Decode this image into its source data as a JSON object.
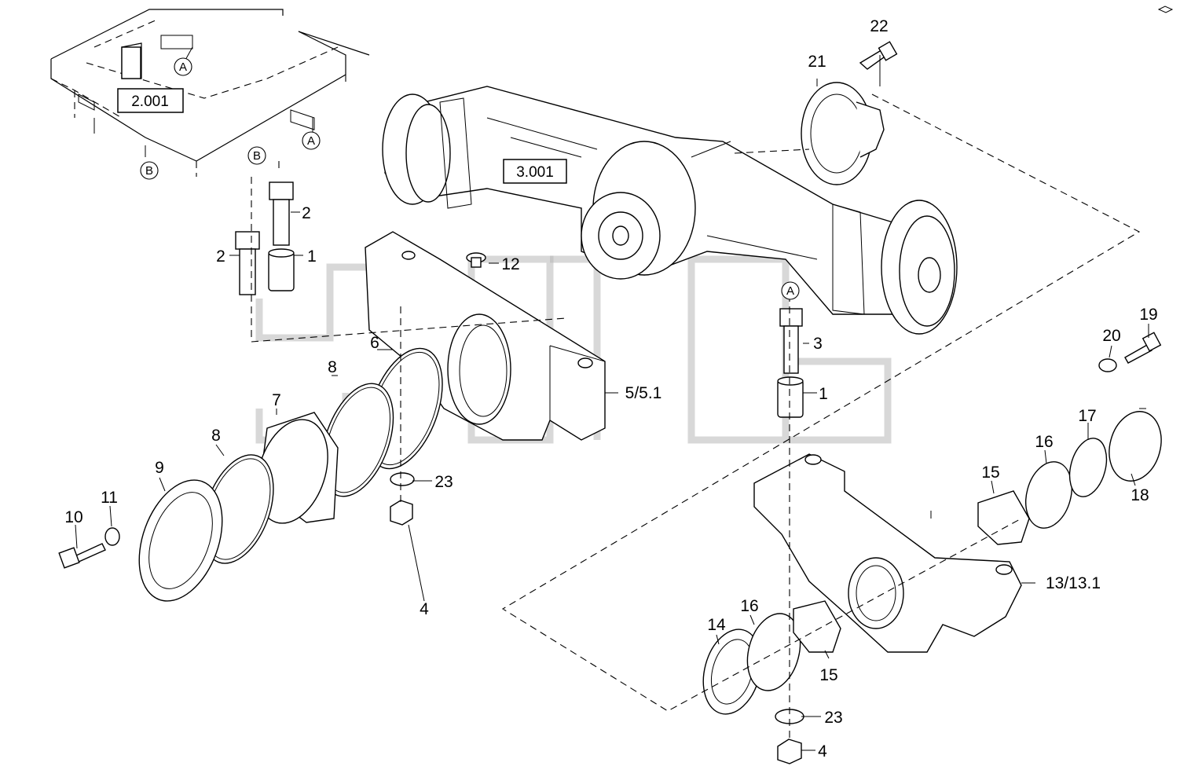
{
  "references": [
    {
      "id": "ref-2001",
      "label": "2.001"
    },
    {
      "id": "ref-3001",
      "label": "3.001"
    }
  ],
  "circle_markers": [
    {
      "id": "a1",
      "label": "A"
    },
    {
      "id": "a2",
      "label": "A"
    },
    {
      "id": "a3",
      "label": "A"
    },
    {
      "id": "b1",
      "label": "B"
    },
    {
      "id": "b2",
      "label": "B"
    }
  ],
  "callouts": [
    {
      "id": "c22",
      "label": "22"
    },
    {
      "id": "c21",
      "label": "21"
    },
    {
      "id": "c2a",
      "label": "2"
    },
    {
      "id": "c2b",
      "label": "2"
    },
    {
      "id": "c1a",
      "label": "1"
    },
    {
      "id": "c12",
      "label": "12"
    },
    {
      "id": "c6",
      "label": "6"
    },
    {
      "id": "c8a",
      "label": "8"
    },
    {
      "id": "c7",
      "label": "7"
    },
    {
      "id": "c8b",
      "label": "8"
    },
    {
      "id": "c9",
      "label": "9"
    },
    {
      "id": "c11",
      "label": "11"
    },
    {
      "id": "c10",
      "label": "10"
    },
    {
      "id": "c23a",
      "label": "23"
    },
    {
      "id": "c4a",
      "label": "4"
    },
    {
      "id": "c51",
      "label": "5/5.1"
    },
    {
      "id": "c3",
      "label": "3"
    },
    {
      "id": "c1b",
      "label": "1"
    },
    {
      "id": "c19",
      "label": "19"
    },
    {
      "id": "c20",
      "label": "20"
    },
    {
      "id": "c17",
      "label": "17"
    },
    {
      "id": "c16a",
      "label": "16"
    },
    {
      "id": "c15a",
      "label": "15"
    },
    {
      "id": "c18",
      "label": "18"
    },
    {
      "id": "c131",
      "label": "13/13.1"
    },
    {
      "id": "c14",
      "label": "14"
    },
    {
      "id": "c16b",
      "label": "16"
    },
    {
      "id": "c15b",
      "label": "15"
    },
    {
      "id": "c23b",
      "label": "23"
    },
    {
      "id": "c4b",
      "label": "4"
    }
  ]
}
